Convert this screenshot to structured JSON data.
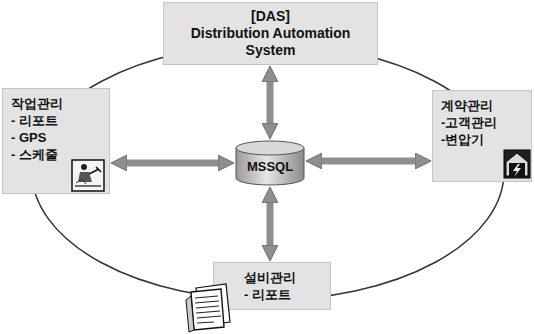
{
  "diagram": {
    "nodes": [
      {
        "text": [
          "[DAS]",
          "Distribution Automation System"
        ]
      },
      {
        "text": [
          "작업관리",
          "- 리포트",
          "- GPS",
          "- 스케줄"
        ]
      },
      {
        "text": [
          "MSSQL"
        ]
      },
      {
        "text": [
          "계약관리",
          "-고객관리",
          "-변압기"
        ]
      },
      {
        "text": [
          "설비관리",
          "- 리포트"
        ]
      }
    ],
    "edges": [
      {
        "from": 0,
        "to": 2,
        "arrow": "both"
      },
      {
        "from": 1,
        "to": 2,
        "arrow": "both"
      },
      {
        "from": 3,
        "to": 2,
        "arrow": "both"
      },
      {
        "from": 4,
        "to": 2,
        "arrow": "both"
      }
    ]
  }
}
